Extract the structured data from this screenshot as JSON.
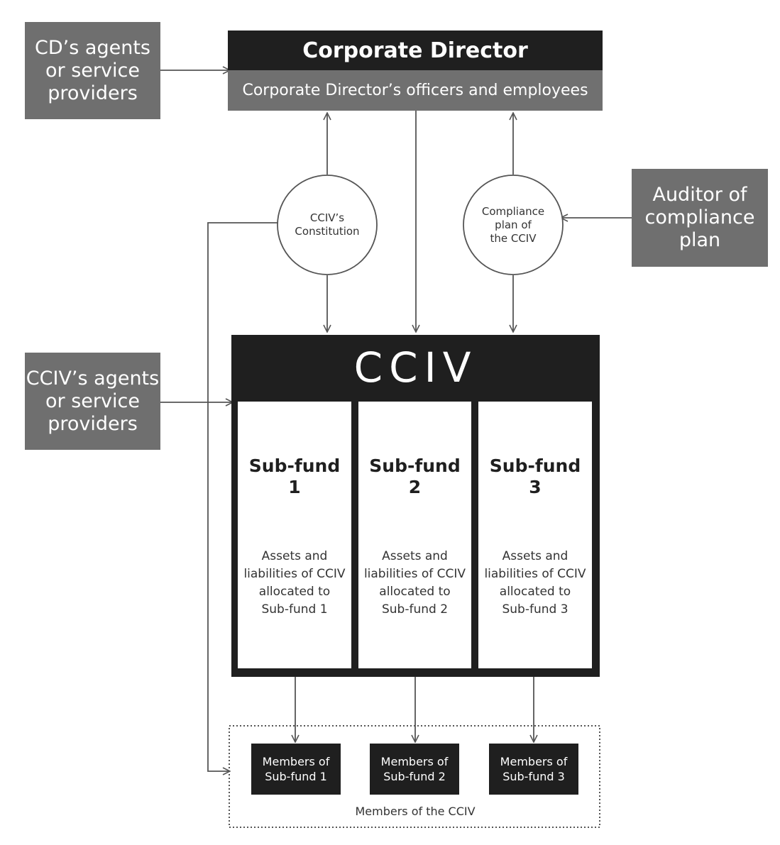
{
  "corporate_director": {
    "title": "Corporate Director",
    "officers": "Corporate Director’s officers and employees"
  },
  "cd_agents": "CD’s agents\nor service\nproviders",
  "auditor": "Auditor of\ncompliance\nplan",
  "cciv_agents": "CCIV’s agents\nor service\nproviders",
  "constitution": "CCIV’s\nConstitution",
  "compliance_plan": "Compliance\nplan of\nthe CCIV",
  "cciv": {
    "title": "CCIV",
    "subfunds": [
      {
        "title": "Sub-fund\n1",
        "desc": "Assets and\nliabilities of CCIV\nallocated to\nSub-fund 1"
      },
      {
        "title": "Sub-fund\n2",
        "desc": "Assets and\nliabilities of CCIV\nallocated to\nSub-fund 2"
      },
      {
        "title": "Sub-fund\n3",
        "desc": "Assets and\nliabilities of CCIV\nallocated to\nSub-fund 3"
      }
    ]
  },
  "members": {
    "groups": [
      "Members of\nSub-fund 1",
      "Members of\nSub-fund 2",
      "Members of\nSub-fund 3"
    ],
    "caption": "Members of the CCIV"
  },
  "colors": {
    "dark": "#1f1f1f",
    "grey": "#6f6f6f",
    "line": "#555555"
  }
}
